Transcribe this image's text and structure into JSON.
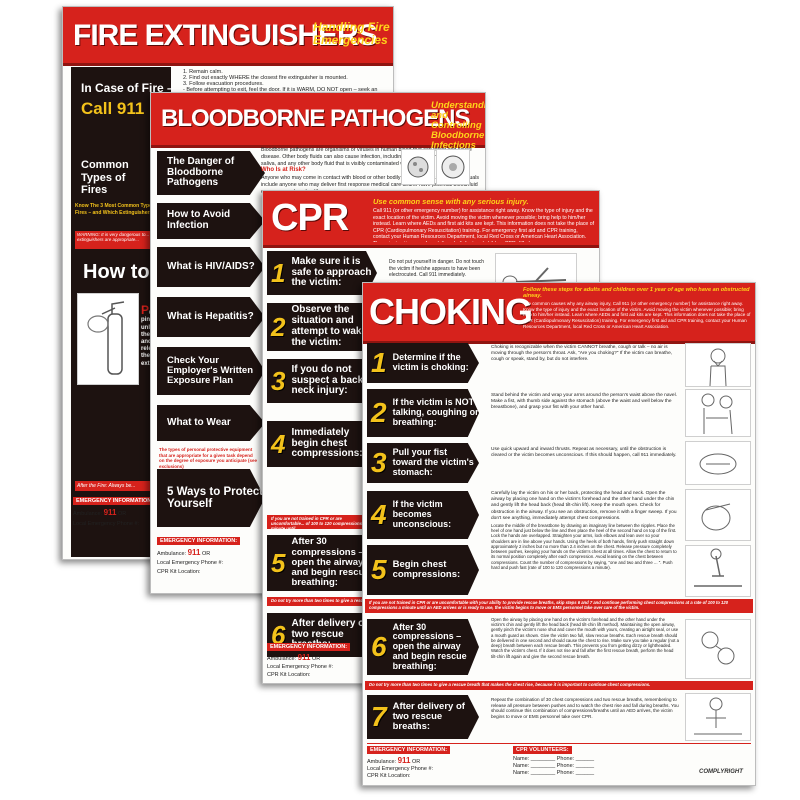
{
  "fire": {
    "title": "FIRE EXTINGUISHERS",
    "subtitle": "Handling Fire Emergencies",
    "case_fire": "In Case of Fire –",
    "call": "Call 911",
    "steps": [
      "1. Remain calm.",
      "2. Find out exactly WHERE the closest fire extinguisher is mounted.",
      "3. Follow evacuation procedures.",
      "- Before attempting to exit, feel the door. If it is WARM, DO NOT open – seek an alternate"
    ],
    "common_types": "Common Types of Fires",
    "know": "Know The 3 Most Common Types of Fires – and Which Extinguishers",
    "warning": "WARNING: It is very dangerous to... which extinguishers are appropriate...",
    "how_to": "How to",
    "pull": "P",
    "pull_rest": "ull the pin. This unlocks the lever and releases the extinguisher.",
    "after": "After the Fire: Always be...",
    "emergency_info": "EMERGENCY INFORMATION:",
    "ambulance": "Ambulance:",
    "nine11": "911",
    "or": "OR",
    "local_emergency": "Local Emergency Phone #:"
  },
  "blood": {
    "title": "BLOODBORNE PATHOGENS",
    "subtitle": "Understanding and Controlling Bloodborne Infections",
    "sections": [
      "The Danger of Bloodborne Pathogens",
      "How to Avoid Infection",
      "What is HIV/AIDS?",
      "What is Hepatitis?",
      "Check Your Employer's Written Exposure Plan",
      "What to Wear",
      "5 Ways to Protect Yourself"
    ],
    "intro": "Bloodborne pathogens are organisms or viruses in human blood that can infect and cause disease. Other body fluids can also cause infection, including semen, vaginal secretions, saliva, and any other body fluid that is visibly contaminated with blood.",
    "who_at_risk": "Who Is at Risk?",
    "risk_text": "Anyone who may come in contact with blood or other bodily fluids is at risk. These individuals include anyone who may deliver first response medical care and/or have potential blood/fluid exposure, such as health care",
    "ppe_note": "The types of personal protective equipment that are appropriate for a given task depend on the degree of exposure you anticipate (see exclusions)",
    "emergency_info": "EMERGENCY INFORMATION:",
    "ambulance": "Ambulance:",
    "nine11": "911",
    "or": "OR",
    "local_emergency": "Local Emergency Phone #:",
    "cpr_kit": "CPR Kit Location:"
  },
  "cpr": {
    "title": "CPR",
    "subtitle": "Use common sense with any serious injury.",
    "intro": "Call 911 (or other emergency number) for assistance right away. Know the type of injury and the exact location of the victim. Avoid moving the victim whenever possible; bring help to him/her instead. Learn where AEDs and first aid kits are kept. This information does not take the place of CPR (Cardiopulmonary Resuscitation) training. For emergency first aid and CPR training, contact your Human Resources Department, local Red Cross or American Heart Association. These instructions are for adults only (infant and children CPR differ).",
    "steps": [
      {
        "num": "1",
        "text": "Make sure it is safe to approach the victim:"
      },
      {
        "num": "2",
        "text": "Observe the situation and attempt to wake the victim:"
      },
      {
        "num": "3",
        "text": "If you do not suspect a back or neck injury:"
      },
      {
        "num": "4",
        "text": "Immediately begin chest compressions:"
      },
      {
        "num": "5",
        "text": "After 30 compressions – open the airway and begin rescue breathing:"
      },
      {
        "num": "6",
        "text": "After delivery of two rescue breaths:"
      }
    ],
    "step1_note": "Do not put yourself in danger. Do not touch the victim if he/she appears to have been electrocuted. Call 911 immediately.",
    "warn1": "If you are not trained in CPR or are uncomfortable... of 100 to 120 compressions a minute until...",
    "warn2": "Do not try more than two times to give a rescue...",
    "emergency_info": "EMERGENCY INFORMATION:",
    "ambulance": "Ambulance:",
    "nine11": "911",
    "or": "OR",
    "local_emergency": "Local Emergency Phone #:",
    "cpr_kit": "CPR Kit Location:"
  },
  "choking": {
    "title": "CHOKING",
    "subtitle": "Follow these steps for adults and children over 1 year of age who have an obstructed airway.",
    "intro": "The common causes why any airway injury, Call 911 (or other emergency number) for assistance right away. Know the type of injury and the exact location of the victim. Avoid moving the victim whenever possible; bring help to him/her instead. Learn where AEDs and first aid kits are kept. This information does not take the place of CPR (Cardiopulmonary Resuscitation) training. For emergency first aid and CPR training, contact your Human Resources Department, local Red Cross or American Heart Association.",
    "steps": [
      {
        "num": "1",
        "text": "Determine if the victim is choking:",
        "desc": "Choking is recognizable when the victim CANNOT breathe, cough or talk – no air is moving through the person's throat. Ask, \"Are you choking?\" If the victim can breathe, cough or speak, stand by, but do not interfere."
      },
      {
        "num": "2",
        "text": "If the victim is NOT talking, coughing or breathing:",
        "desc": "Stand behind the victim and wrap your arms around the person's waist above the navel. Make a fist, with thumb side against the stomach (above the waist and well below the breastbone), and grasp your fist with your other hand."
      },
      {
        "num": "3",
        "text": "Pull your fist toward the victim's stomach:",
        "desc": "Use quick upward and inward thrusts. Repeat as necessary, until the obstruction is cleared or the victim becomes unconscious. If this should happen, call 911 immediately."
      },
      {
        "num": "4",
        "text": "If the victim becomes unconscious:",
        "desc": "Carefully lay the victim on his or her back, protecting the head and neck. Open the airway by placing one hand on the victim's forehead and the other hand under the chin and gently lift the head back (head tilt-chin lift). Keep the mouth open. Check for obstruction in the airway. If you see an obstruction, remove it with a finger sweep. If you don't see anything, immediately attempt chest compressions."
      },
      {
        "num": "5",
        "text": "Begin chest compressions:",
        "desc": "Locate the middle of the breastbone by drawing an imaginary line between the nipples. Place the heel of one hand just below the line and then place the heel of the second hand on top of the first. Lock the hands are overlapped. Straighten your arms, lock elbows and lean over so your shoulders are in line above your hands. Using the heels of both hands, firmly push straight down approximately 2 inches but no more than 2.4 inches on the chest. Release pressure completely between pushes, keeping your hands on the victim's chest at all times. Allow the chest to return to its normal position completely after each compression. Avoid leaning on the chest between compressions. Count the number of compressions by saying, \"one and two and three ... \". Push hard and push fast (rate of 100 to 120 compressions a minute)."
      },
      {
        "num": "6",
        "text": "After 30 compressions – open the airway and begin rescue breathing:",
        "desc": "Open the airway by placing one hand on the victim's forehead and the other hand under the victim's chin and gently lift the head back (head tilt-chin lift method). Maintaining the open airway, gently pinch the victim's nose shut and cover the mouth with yours, creating an airtight seal, or use a mouth guard as shown. Give the victim two full, slow rescue breaths. Each rescue breath should be delivered in one second and should cause the chest to rise. Make sure you take a regular (not a deep) breath between each rescue breath. This prevents you from getting dizzy or lightheaded. Watch the victim's chest. If it does not rise and fall after the first rescue breath, perform the head tilt-chin lift again and give the second rescue breath."
      },
      {
        "num": "7",
        "text": "After delivery of two rescue breaths:",
        "desc": "Repeat the combination of 30 chest compressions and two rescue breaths, remembering to release all pressure between pushes and to watch the chest rise and fall during breaths. You should continue this combination of compressions/breaths until an AED arrives, the victim begins to move or EMS personnel take over CPR."
      }
    ],
    "warn1": "If you are not trained in CPR or are uncomfortable with your ability to provide rescue breaths, skip steps 6 and 7 and continue performing chest compressions at a rate of 100 to 120 compressions a minute until an AED arrives or is ready to use, the victim begins to move or EMS personnel take over care of the victim.",
    "warn2": "Do not try more than two times to give a rescue breath that makes the chest rise, because it is important to continue chest compressions.",
    "emergency_info": "EMERGENCY INFORMATION:",
    "cpr_volunteers": "CPR VOLUNTEERS:",
    "ambulance": "Ambulance:",
    "nine11": "911",
    "or": "OR",
    "local_emergency": "Local Emergency Phone #:",
    "cpr_kit": "CPR Kit Location:",
    "name": "Name:",
    "phone": "Phone:",
    "brand": "COMPLYRIGHT"
  }
}
